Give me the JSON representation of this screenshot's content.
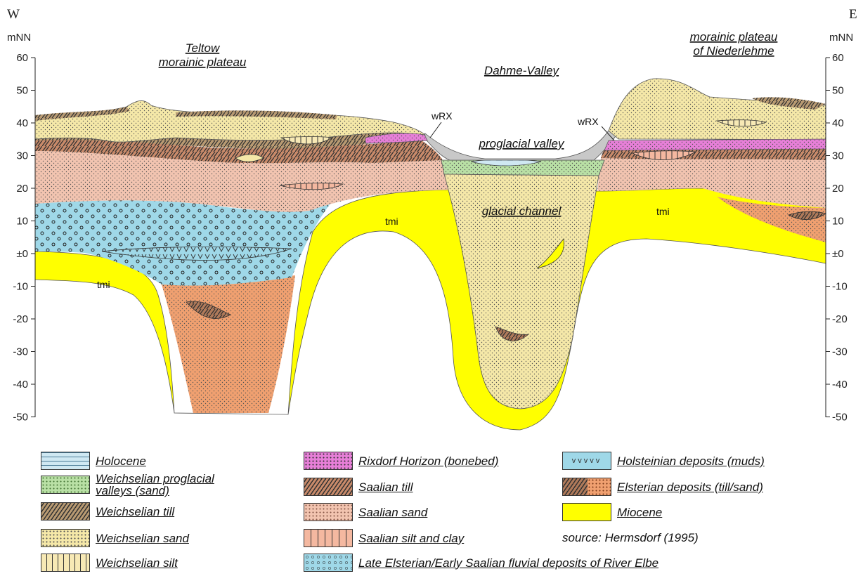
{
  "orientation": {
    "west": "W",
    "east": "E"
  },
  "axis": {
    "unit": "mNN",
    "ticks": [
      "60",
      "50",
      "40",
      "30",
      "20",
      "10",
      "±0",
      "-10",
      "-20",
      "-30",
      "-40",
      "-50"
    ]
  },
  "titles": {
    "teltow_1": "Teltow",
    "teltow_2": "morainic plateau",
    "dahme": "Dahme-Valley",
    "niederlehme_1": "morainic plateau",
    "niederlehme_2": "of Niederlehme"
  },
  "section_labels": {
    "wrx_left": "wRX",
    "wrx_right": "wRX",
    "proglacial_valley": "proglacial valley",
    "glacial_channel": "glacial channel",
    "tmi_left": "tmi",
    "tmi_center": "tmi",
    "tmi_right": "tmi"
  },
  "legend": [
    {
      "key": "holocene",
      "label": "Holocene"
    },
    {
      "key": "weich_proglacial",
      "label": "Weichselian proglacial",
      "label2": "valleys (sand)"
    },
    {
      "key": "weich_till",
      "label": "Weichselian till"
    },
    {
      "key": "weich_sand",
      "label": "Weichselian sand"
    },
    {
      "key": "weich_silt",
      "label": "Weichselian silt"
    },
    {
      "key": "rixdorf",
      "label": "Rixdorf Horizon (bonebed)"
    },
    {
      "key": "saal_till",
      "label": "Saalian till"
    },
    {
      "key": "saal_sand",
      "label": "Saalian sand"
    },
    {
      "key": "saal_silt",
      "label": "Saalian silt and clay"
    },
    {
      "key": "late_elster",
      "label": "Late Elsterian/Early Saalian fluvial deposits of River Elbe"
    },
    {
      "key": "holstein",
      "label": "Holsteinian deposits (muds)"
    },
    {
      "key": "elster",
      "label": "Elsterian deposits (till/sand)"
    },
    {
      "key": "miocene",
      "label": "Miocene"
    }
  ],
  "source": "source: Hermsdorf (1995)",
  "colors": {
    "miocene": "#ffff00",
    "weich_sand": "#f5e8a8",
    "saal_sand": "#f2c4b0",
    "elster": "#f0a070",
    "late_elster": "#9fd8e8",
    "rixdorf": "#e77fd8",
    "proglacial": "#b9e0a5",
    "holocene": "#cfe8f2",
    "valley_grey": "#c8c8c8",
    "till_brown": "#b07a5a"
  }
}
